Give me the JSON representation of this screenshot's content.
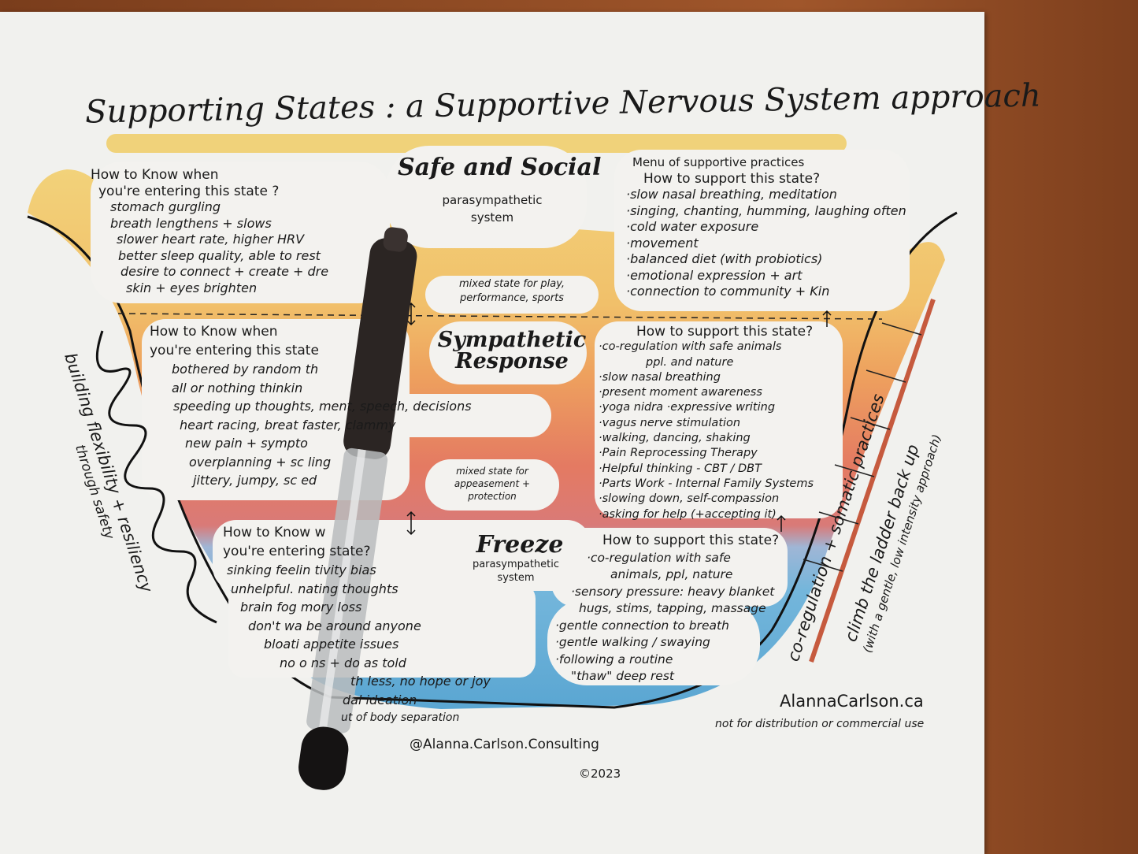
{
  "title": "Supporting States : a Supportive Nervous System approach",
  "states": {
    "safe": {
      "name": "Safe and Social",
      "sub": "parasympathetic system"
    },
    "mixed_play": "mixed state for play, performance, sports",
    "sympathetic": {
      "name": "Sympathetic Response"
    },
    "mixed_appease": "mixed state for appeasement + protection",
    "freeze": {
      "name": "Freeze",
      "sub": "parasympathetic system"
    }
  },
  "safe_signs": {
    "heading": [
      "How to Know when",
      "you're entering this state ?"
    ],
    "items": [
      "stomach gurgling",
      "breath lengthens + slows",
      "slower heart rate, higher HRV",
      "better sleep quality, able to rest",
      "desire to connect + create + dre",
      "skin + eyes brighten"
    ]
  },
  "safe_support": {
    "menu": "Menu of supportive practices",
    "heading": "How to support this state?",
    "items": [
      "·slow nasal breathing, meditation",
      "·singing, chanting, humming, laughing often",
      "·cold water exposure",
      "·movement",
      "·balanced diet (with probiotics)",
      "·emotional expression + art",
      "·connection to community + Kin"
    ]
  },
  "symp_signs": {
    "heading": [
      "How to Know when",
      "you're entering this state"
    ],
    "items": [
      "bothered by random th",
      "all or nothing thinkin",
      "speeding up thoughts, ment, speech, decisions",
      "heart racing, breat faster, clammy",
      "new pain + sympto",
      "overplanning + sc ling",
      "jittery, jumpy, sc ed"
    ]
  },
  "symp_support": {
    "heading": "How to support this state?",
    "items": [
      "·co-regulation with safe animals",
      "ppl. and nature",
      "·slow nasal breathing",
      "·present moment awareness",
      "·yoga nidra      ·expressive writing",
      "·vagus nerve stimulation",
      "·walking, dancing, shaking",
      "·Pain Reprocessing Therapy",
      "·Helpful thinking - CBT / DBT",
      "·Parts Work - Internal Family Systems",
      "·slowing down, self-compassion",
      "·asking for help (+accepting it)"
    ]
  },
  "freeze_signs": {
    "heading": [
      "How to Know w",
      "you're entering       state?"
    ],
    "items": [
      "sinking feelin    tivity bias",
      "unhelpful.       nating thoughts",
      "brain fog       mory loss",
      "don't wa       be around anyone",
      "bloati       appetite issues",
      "no o       ns + do as told",
      "th less, no hope or joy",
      "dal ideation",
      "ut of body separation"
    ]
  },
  "freeze_support": {
    "heading": "How to support this state?",
    "items": [
      "·co-regulation with safe",
      "animals, ppl, nature",
      "·sensory pressure: heavy blanket",
      "hugs, stims, tapping, massage",
      "·gentle connection to breath",
      "·gentle walking / swaying",
      "·following a routine",
      "\"thaw\" deep rest"
    ]
  },
  "left_side": {
    "line1": "building flexibility + resiliency",
    "line2": "through safety"
  },
  "right_side": {
    "co_reg": "co-regulation + somatic practices",
    "ladder": "climb the ladder back up",
    "ladder_sub": "(with a gentle, low intensity approach)"
  },
  "footer": {
    "site": "AlannaCarlson.ca",
    "notice": "not for distribution or commercial use",
    "handle": "@Alanna.Carlson.Consulting",
    "copyright": "©2023"
  },
  "colors": {
    "yellow": "#f2cf74",
    "orange": "#efa35e",
    "red": "#e2745f",
    "blue": "#6fb2d6",
    "wood": "#8f4b24"
  }
}
